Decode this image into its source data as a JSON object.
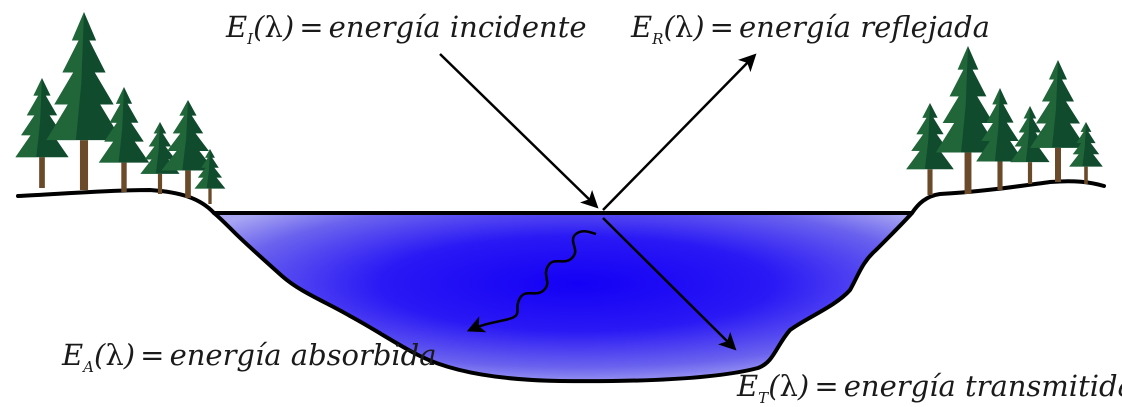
{
  "labels": {
    "incident": {
      "symbol": "E",
      "sub": "I",
      "lambda": "λ",
      "equals": "=",
      "text": "energía incidente"
    },
    "reflected": {
      "symbol": "E",
      "sub": "R",
      "lambda": "λ",
      "equals": "=",
      "text": "energía reflejada"
    },
    "absorbed": {
      "symbol": "E",
      "sub": "A",
      "lambda": "λ",
      "equals": "=",
      "text": "energía absorbida"
    },
    "transmitted": {
      "symbol": "E",
      "sub": "T",
      "lambda": "λ",
      "equals": "=",
      "text": "energía transmitida"
    }
  },
  "colors": {
    "water_center": "#1a00ff",
    "water_edge": "#8f8cf0",
    "tree_dark": "#0e4a2a",
    "tree_light": "#2f7d45",
    "trunk": "#6b4a2a",
    "outline": "#000000"
  }
}
